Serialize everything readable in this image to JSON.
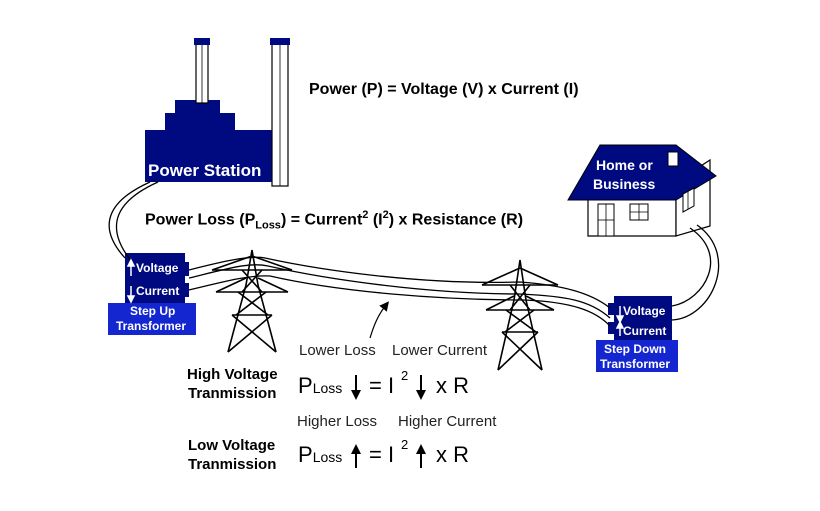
{
  "equations": {
    "power": "Power (P) = Voltage (V) x Current (I)",
    "loss_prefix": "Power Loss (P",
    "loss_sub": "Loss",
    "loss_mid": ") =  Current",
    "loss_sup": "2",
    "loss_mid2": " (I",
    "loss_sup2": "2",
    "loss_suffix": ") x Resistance (R)"
  },
  "power_station": {
    "label": "Power Station"
  },
  "home": {
    "line1": "Home or",
    "line2": "Business"
  },
  "step_up": {
    "voltage": "Voltage",
    "current": "Current",
    "line1": "Step Up",
    "line2": "Transformer"
  },
  "step_down": {
    "voltage": "Voltage",
    "current": "Current",
    "line1": "Step Down",
    "line2": "Transformer"
  },
  "high": {
    "caption_loss": "Lower Loss",
    "caption_current": "Lower Current",
    "label1": "High Voltage",
    "label2": "Tranmission",
    "p": "P",
    "p_sub": "Loss",
    "eq": "= I",
    "sup": "2",
    "xr": "x R"
  },
  "low": {
    "caption_loss": "Higher Loss",
    "caption_current": "Higher Current",
    "label1": "Low Voltage",
    "label2": "Tranmission",
    "p": "P",
    "p_sub": "Loss",
    "eq": "= I",
    "sup": "2",
    "xr": "x R"
  },
  "colors": {
    "navy": "#000a80",
    "blue": "#1426d0",
    "white": "#ffffff"
  }
}
